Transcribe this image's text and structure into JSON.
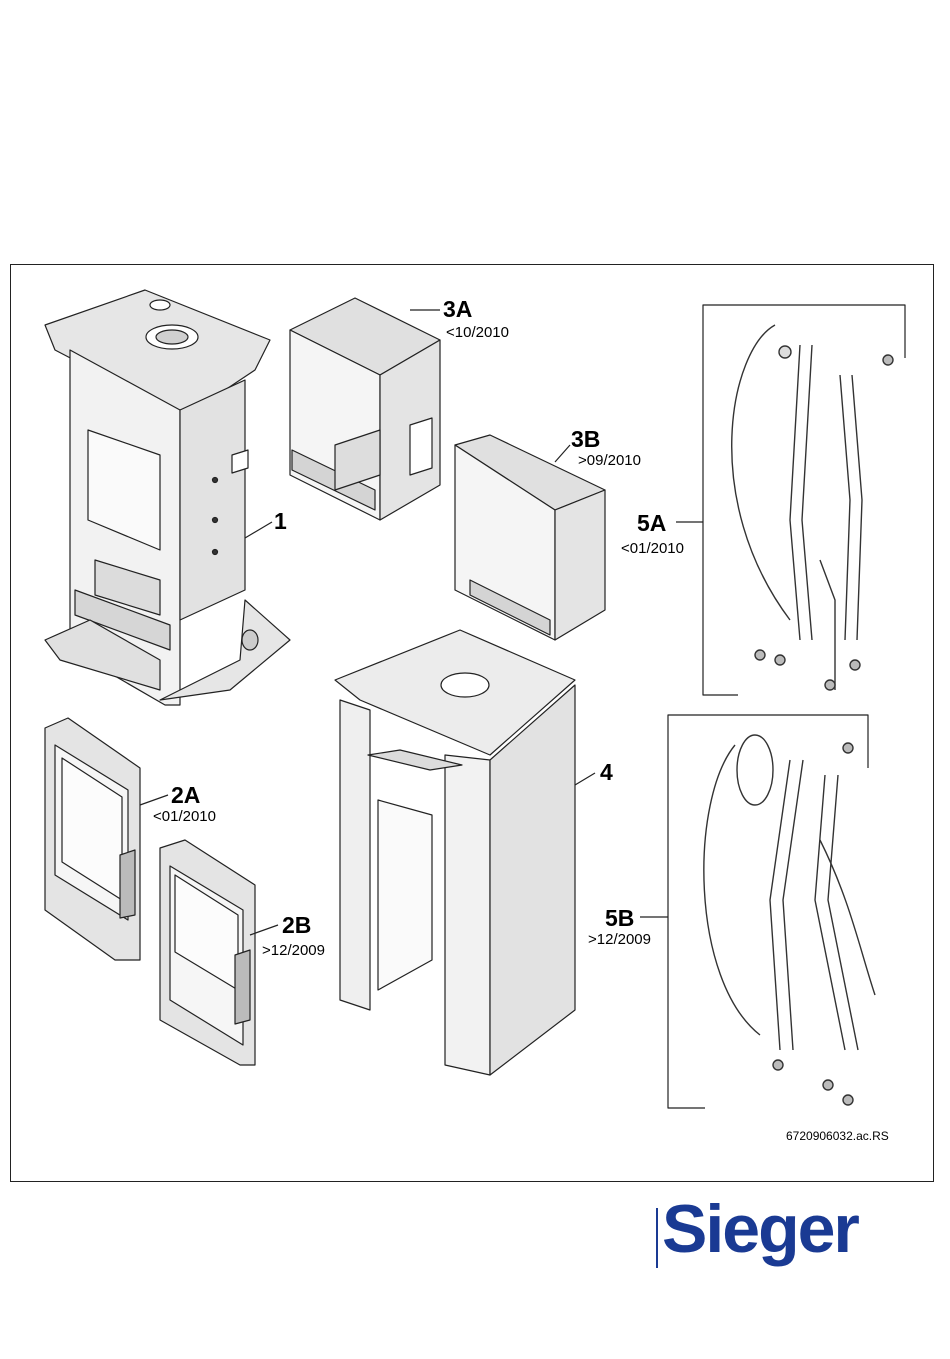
{
  "parts": [
    {
      "id": "1",
      "date": ""
    },
    {
      "id": "2A",
      "date": "<01/2010"
    },
    {
      "id": "2B",
      "date": ">12/2009"
    },
    {
      "id": "3A",
      "date": "<10/2010"
    },
    {
      "id": "3B",
      "date": ">09/2010"
    },
    {
      "id": "4",
      "date": ""
    },
    {
      "id": "5A",
      "date": "<01/2010"
    },
    {
      "id": "5B",
      "date": ">12/2009"
    }
  ],
  "drawing_code": "6720906032.ac.RS",
  "brand": {
    "name": "Sieger",
    "logo_text": "Sieger",
    "color": "#1a3a93"
  },
  "colors": {
    "line": "#222222",
    "fill_light": "#eeeeee",
    "fill_mid": "#d8d8d8",
    "glass": "#f4f4f4"
  }
}
